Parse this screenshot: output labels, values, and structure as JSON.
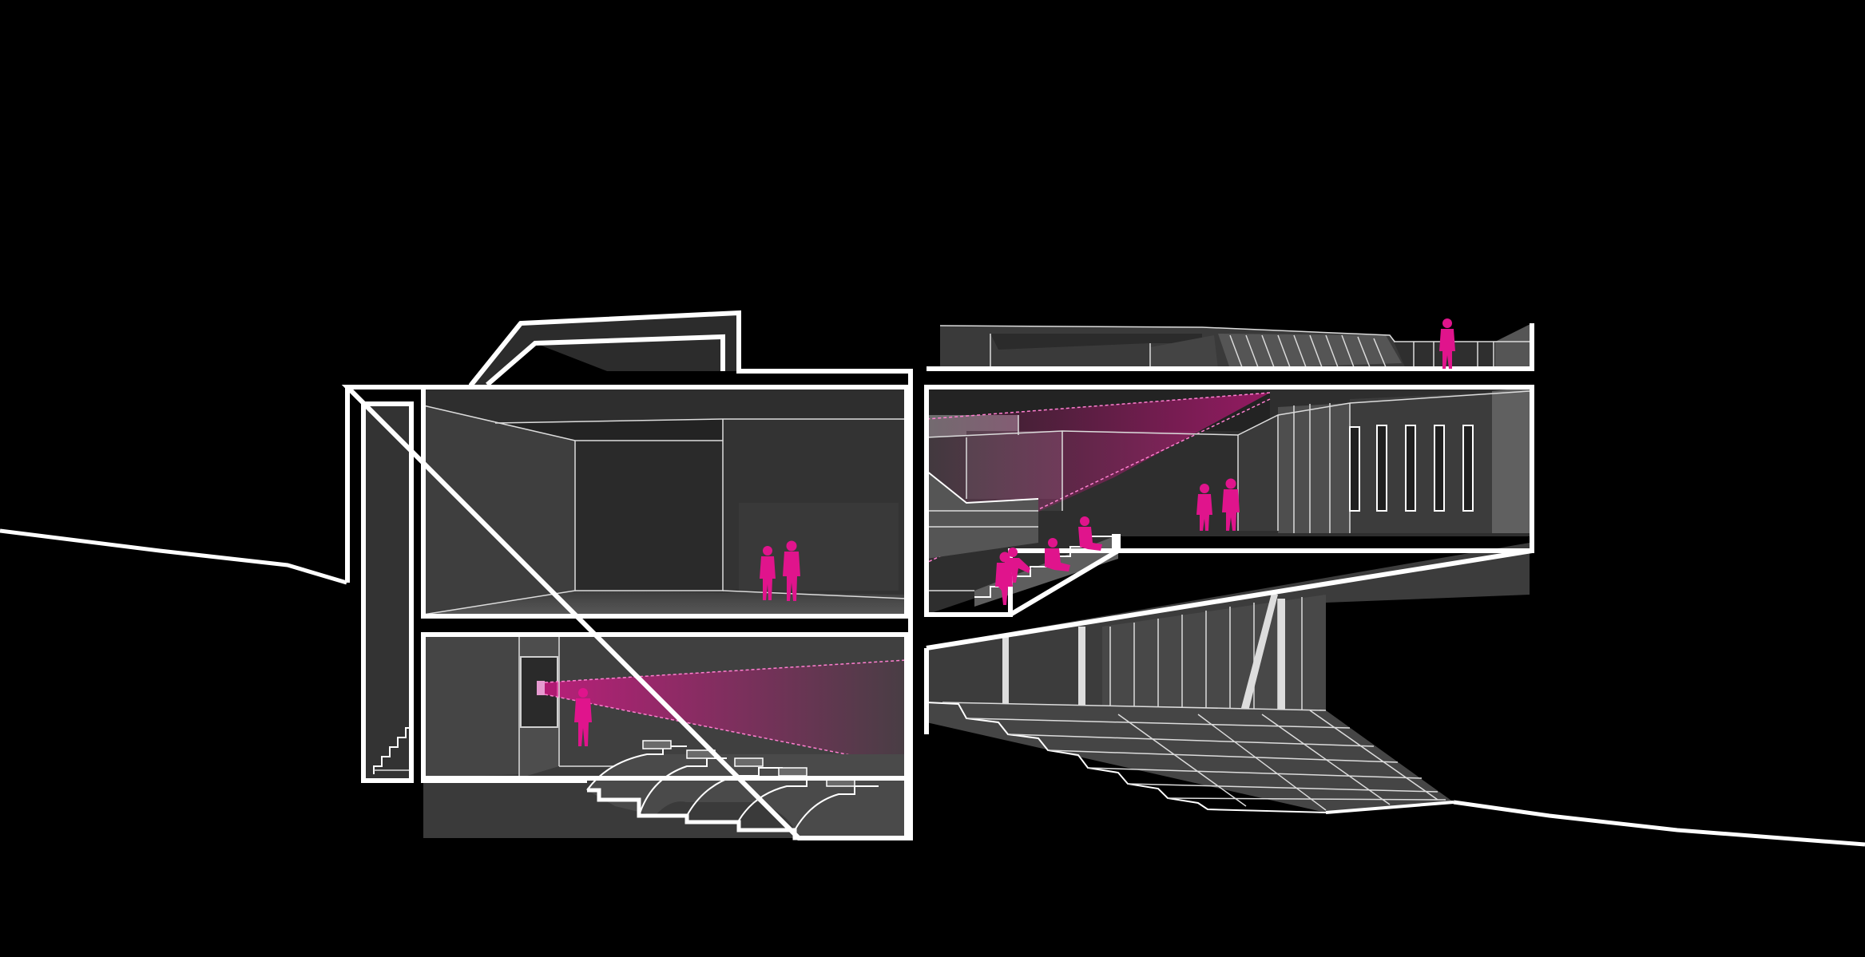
{
  "colors": {
    "background": "#000000",
    "linework": "#ffffff",
    "interior_dark": "#262626",
    "interior_mid": "#3a3a3a",
    "interior_light": "#545454",
    "figures": "#e0148c",
    "projection_beam": "#e0148c"
  },
  "figures": {
    "rooftop": 1,
    "upper_gallery": 2,
    "upper_auditorium_seating": 4,
    "upper_foyer": 2,
    "lower_projection_room": 1
  }
}
